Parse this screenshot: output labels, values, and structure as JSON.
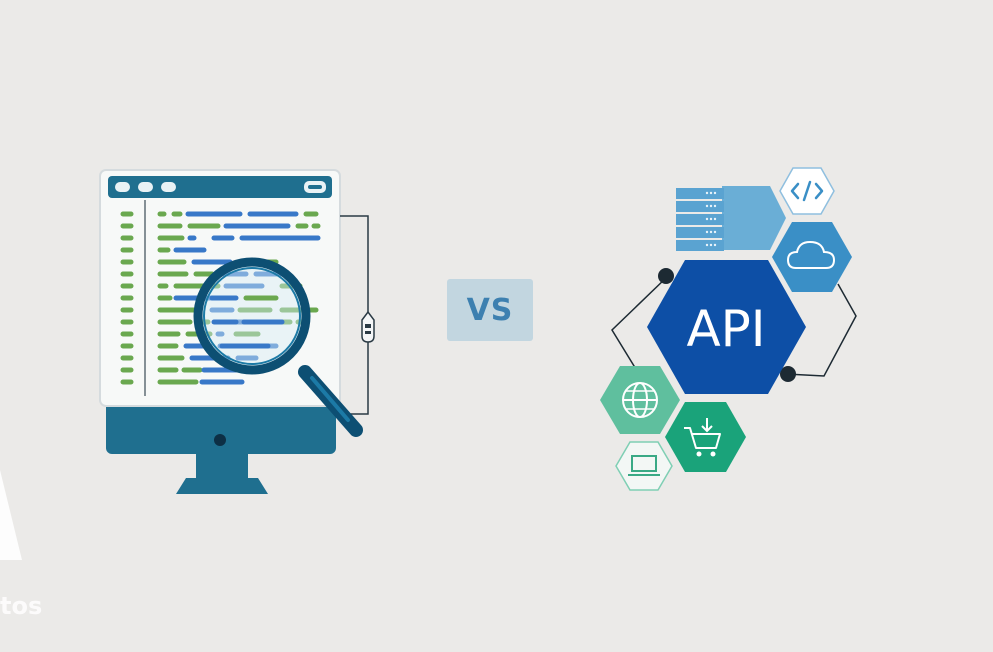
{
  "badge": {
    "label": "VS"
  },
  "api_cluster": {
    "center_label": "API"
  },
  "watermark": {
    "text": "tos"
  },
  "icons": [
    "code-window-icon",
    "magnifier-icon",
    "usb-cable-icon",
    "server-rack-icon",
    "code-brackets-icon",
    "cloud-icon",
    "globe-icon",
    "shopping-cart-icon",
    "laptop-icon"
  ],
  "colors": {
    "background": "#ebeae8",
    "monitor": "#1f6f8f",
    "code_green": "#6aa84f",
    "code_blue": "#3878c8",
    "api_blue": "#0d4fa6",
    "hex_light_blue": "#3a8fc6",
    "hex_teal": "#5fbf9e",
    "hex_green": "#1aa37a",
    "vs_badge": "#c2d6e0",
    "vs_text": "#3d80b0"
  }
}
